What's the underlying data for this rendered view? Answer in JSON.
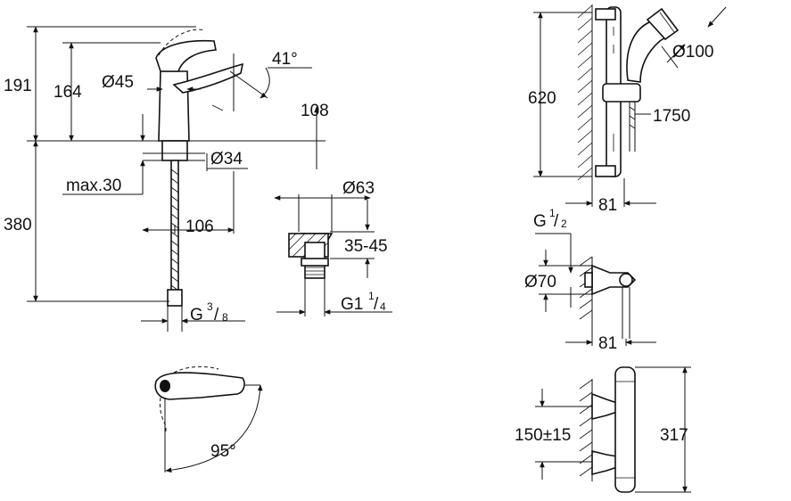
{
  "mixer": {
    "height_total": "191",
    "height_spout": "164",
    "body_diameter": "Ø45",
    "spout_angle": "41°",
    "reach": "108",
    "tail_diameter": "Ø34",
    "max_deck": "max.30",
    "hose_length": "380",
    "offset": "106",
    "thread_g": "G",
    "thread_num": "3",
    "thread_den": "8"
  },
  "waste": {
    "diameter": "Ø63",
    "range": "35-45",
    "thread_g": "G1",
    "thread_num": "1",
    "thread_den": "4"
  },
  "plan": {
    "rotation": "95°"
  },
  "shower_rail": {
    "rail_height": "620",
    "head_diameter": "Ø100",
    "hose_length": "1750",
    "projection": "81"
  },
  "wall_elbow": {
    "thread_g": "G",
    "thread_num": "1",
    "thread_den": "2",
    "diameter": "Ø70",
    "projection": "81"
  },
  "thermostat": {
    "centers": "150±15",
    "length": "317"
  }
}
